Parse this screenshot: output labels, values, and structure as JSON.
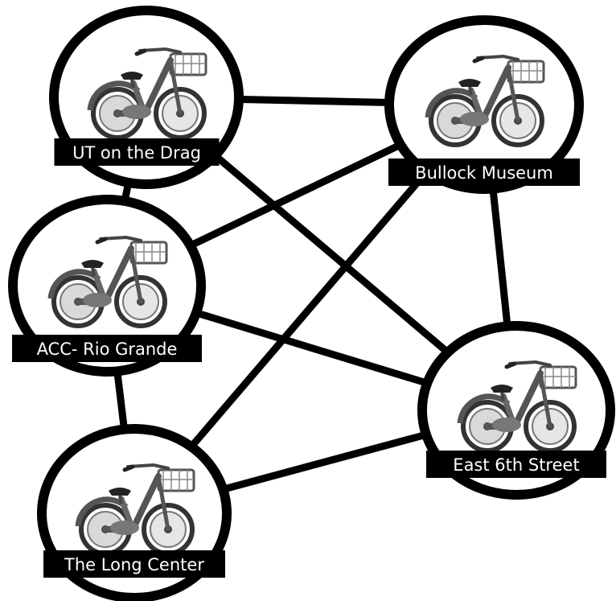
{
  "colors": {
    "stroke": "#000000",
    "background": "#ffffff",
    "label_bg": "#000000",
    "label_text": "#ffffff"
  },
  "nodes": [
    {
      "id": "ut",
      "label": "UT on the Drag",
      "icon": "bike-icon"
    },
    {
      "id": "bullock",
      "label": "Bullock Museum",
      "icon": "bike-icon"
    },
    {
      "id": "acc",
      "label": "ACC- Rio Grande",
      "icon": "bike-icon"
    },
    {
      "id": "east6",
      "label": "East 6th Street",
      "icon": "bike-icon"
    },
    {
      "id": "long",
      "label": "The Long Center",
      "icon": "bike-icon"
    }
  ],
  "edges": [
    [
      "ut",
      "bullock"
    ],
    [
      "ut",
      "acc"
    ],
    [
      "ut",
      "east6"
    ],
    [
      "bullock",
      "acc"
    ],
    [
      "bullock",
      "east6"
    ],
    [
      "bullock",
      "long"
    ],
    [
      "acc",
      "east6"
    ],
    [
      "acc",
      "long"
    ],
    [
      "long",
      "east6"
    ]
  ]
}
